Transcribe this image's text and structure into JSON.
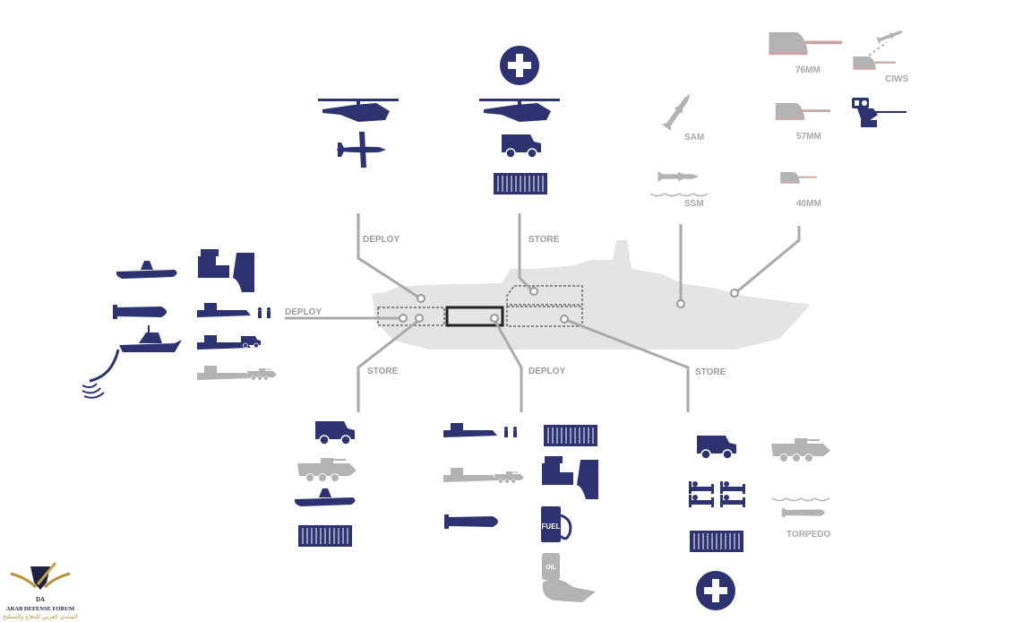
{
  "labels": {
    "deploy_air": "DEPLOY",
    "store_air": "STORE",
    "deploy_side": "DEPLOY",
    "store_bottom_left": "STORE",
    "deploy_bottom": "DEPLOY",
    "store_bottom_right": "STORE"
  },
  "weapons": {
    "w76": "76MM",
    "ciws": "CIWS",
    "sam": "SAM",
    "w57": "57MM",
    "ssm": "SSM",
    "w40": "40MM"
  },
  "cargo": {
    "torpedo": "TORPEDO",
    "fuel": "FUEL",
    "oil": "OIL"
  },
  "logo": {
    "name": "ARAB DEFENSE FORUM",
    "arabic": "المنتدى العربي للدفاع والتسليح",
    "mark": "DA"
  },
  "colors": {
    "navy": "#2c3370",
    "grey": "#b3b3b3",
    "hull": "#e4e4e4",
    "line": "#a9a9a9"
  }
}
